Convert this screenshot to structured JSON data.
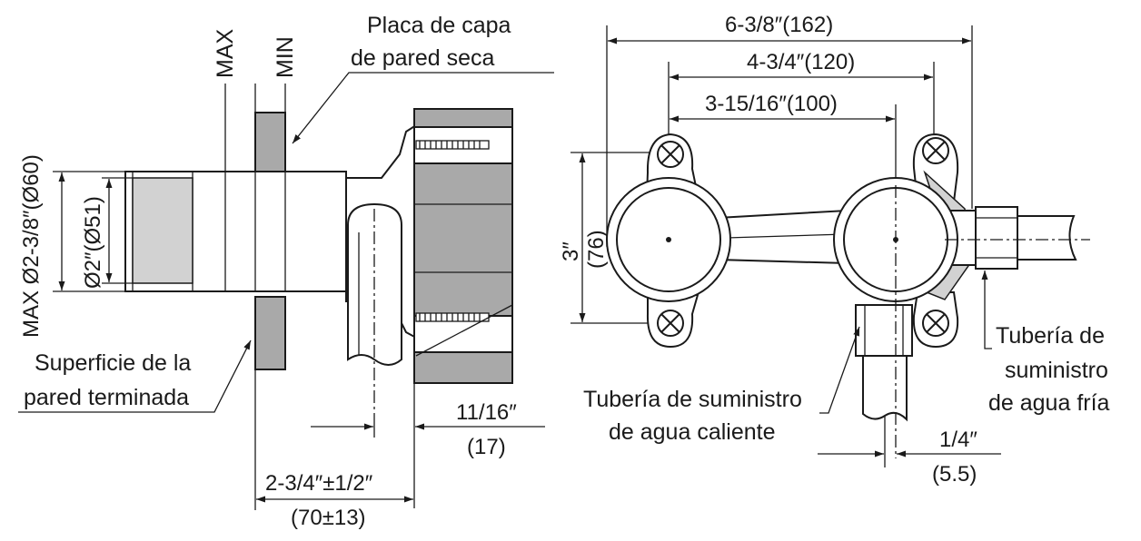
{
  "side_view": {
    "max_label": "MAX",
    "min_label": "MIN",
    "drywall_plate": [
      "Placa de capa",
      "de pared seca"
    ],
    "finished_wall": [
      "Superficie de la",
      "pared terminada"
    ],
    "dia_max": "MAX Ø2-3/8″(Ø60)",
    "dia_inner": "Ø2″(Ø51)",
    "depth_top": "11/16″",
    "depth_bottom": "(17)",
    "range_top": "2-3/4″±1/2″",
    "range_bottom": "(70±13)"
  },
  "front_view": {
    "width_total": "6-3/8″(162)",
    "width_mounts": "4-3/4″(120)",
    "width_centers": "3-15/16″(100)",
    "height_top": "3″",
    "height_bottom": "(76)",
    "hot_supply": [
      "Tubería de suministro",
      "de agua caliente"
    ],
    "cold_supply": [
      "Tubería de",
      "suministro",
      "de agua fría"
    ],
    "offset_top": "1/4″",
    "offset_bottom": "(5.5)"
  }
}
